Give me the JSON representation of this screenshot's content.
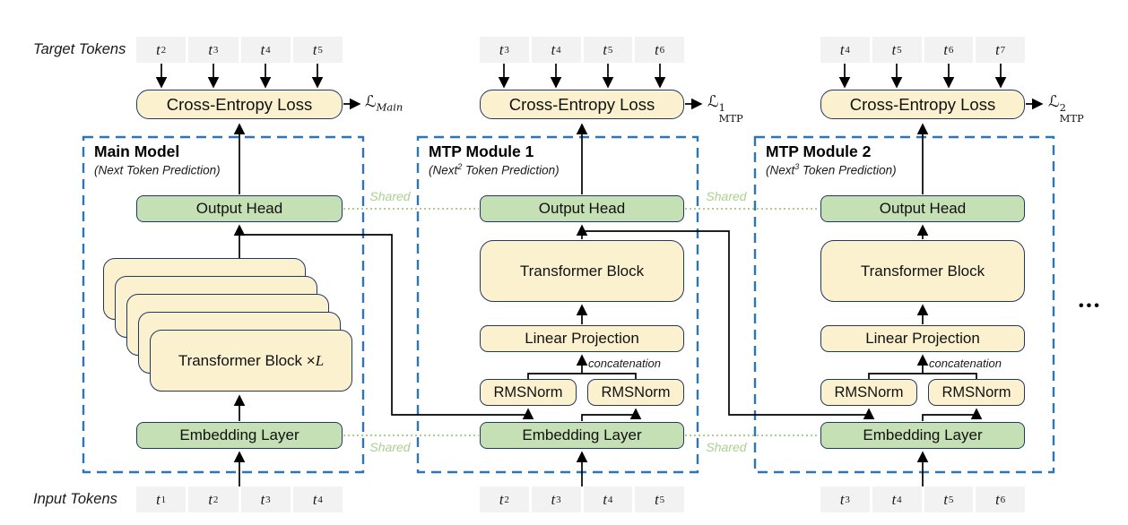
{
  "page": {
    "background": "#ffffff"
  },
  "colors": {
    "box_fill_yellow": "#FCF1CF",
    "box_fill_green": "#C5E0B4",
    "box_border": "#1F3864",
    "token_fill": "#F2F2F2",
    "module_dash_blue": "#2E75B6",
    "shared_green": "#A9D18E",
    "line": "#000000"
  },
  "labels": {
    "target_tokens": "Target Tokens",
    "input_tokens": "Input Tokens",
    "shared": "Shared",
    "concatenation": "concatenation",
    "ellipsis": "•••"
  },
  "boxes": {
    "cross_entropy": "Cross-Entropy Loss",
    "output_head": "Output Head",
    "embedding_layer": "Embedding Layer",
    "transformer_block": "Transformer Block",
    "transformer_block_stack_prefix": "Transformer Block × ",
    "transformer_block_stack_var": "L",
    "linear_projection": "Linear Projection",
    "rmsnorm": "RMSNorm"
  },
  "modules": [
    {
      "title": "Main Model",
      "subtitle_pre": "(Next",
      "subtitle_sup": "",
      "subtitle_post": " Token Prediction)",
      "loss_base": "ℒ",
      "loss_sup": "",
      "loss_sub": "Main",
      "target_tokens": [
        {
          "base": "t",
          "sub": "2"
        },
        {
          "base": "t",
          "sub": "3"
        },
        {
          "base": "t",
          "sub": "4"
        },
        {
          "base": "t",
          "sub": "5"
        }
      ],
      "input_tokens": [
        {
          "base": "t",
          "sub": "1"
        },
        {
          "base": "t",
          "sub": "2"
        },
        {
          "base": "t",
          "sub": "3"
        },
        {
          "base": "t",
          "sub": "4"
        }
      ]
    },
    {
      "title": "MTP Module 1",
      "subtitle_pre": "(Next",
      "subtitle_sup": "2",
      "subtitle_post": " Token Prediction)",
      "loss_base": "ℒ",
      "loss_sup": "1",
      "loss_sub": "MTP",
      "target_tokens": [
        {
          "base": "t",
          "sub": "3"
        },
        {
          "base": "t",
          "sub": "4"
        },
        {
          "base": "t",
          "sub": "5"
        },
        {
          "base": "t",
          "sub": "6"
        }
      ],
      "input_tokens": [
        {
          "base": "t",
          "sub": "2"
        },
        {
          "base": "t",
          "sub": "3"
        },
        {
          "base": "t",
          "sub": "4"
        },
        {
          "base": "t",
          "sub": "5"
        }
      ]
    },
    {
      "title": "MTP Module 2",
      "subtitle_pre": "(Next",
      "subtitle_sup": "3",
      "subtitle_post": " Token Prediction)",
      "loss_base": "ℒ",
      "loss_sup": "2",
      "loss_sub": "MTP",
      "target_tokens": [
        {
          "base": "t",
          "sub": "4"
        },
        {
          "base": "t",
          "sub": "5"
        },
        {
          "base": "t",
          "sub": "6"
        },
        {
          "base": "t",
          "sub": "7"
        }
      ],
      "input_tokens": [
        {
          "base": "t",
          "sub": "3"
        },
        {
          "base": "t",
          "sub": "4"
        },
        {
          "base": "t",
          "sub": "5"
        },
        {
          "base": "t",
          "sub": "6"
        }
      ]
    }
  ]
}
